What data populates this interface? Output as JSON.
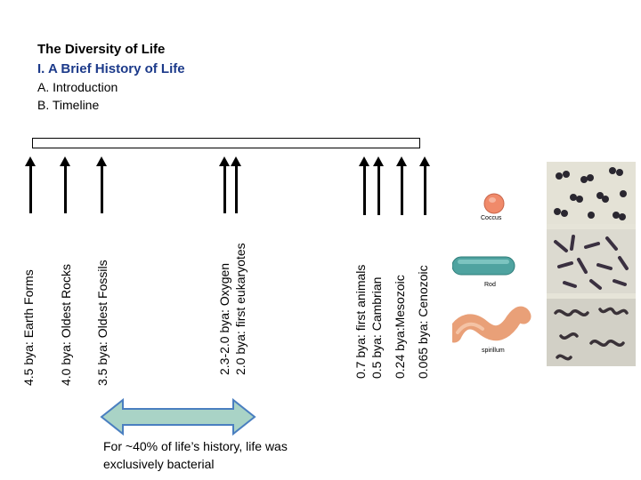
{
  "header": {
    "title": "The Diversity of Life",
    "subtitle": "I. A Brief History of Life",
    "outline": [
      "A.  Introduction",
      "B. Timeline"
    ]
  },
  "timeline_labels": [
    [
      "4.5 bya: Earth Forms"
    ],
    [
      "4.0 bya: Oldest Rocks"
    ],
    [
      "3.5 bya: Oldest Fossils"
    ],
    [
      "2.3-2.0 bya: Oxygen",
      "2.0 bya: first eukaryotes"
    ],
    [
      "0.7 bya: first animals",
      "0.5 bya: Cambrian",
      "0.24 bya:Mesozoic",
      "0.065 bya: Cenozoic"
    ]
  ],
  "bacteria_labels": {
    "coccus": "Coccus",
    "rod": "Rod",
    "spirillum": "spirillum"
  },
  "footer": {
    "line1": "For ~40% of life’s history, life was",
    "line2": "exclusively bacterial"
  },
  "colors": {
    "subtitle": "#1c3a8a",
    "double_arrow": "#a9d3c6",
    "coccus": "#f08a6a",
    "rod": "#4fa3a0",
    "spirillum": "#e9a078"
  }
}
